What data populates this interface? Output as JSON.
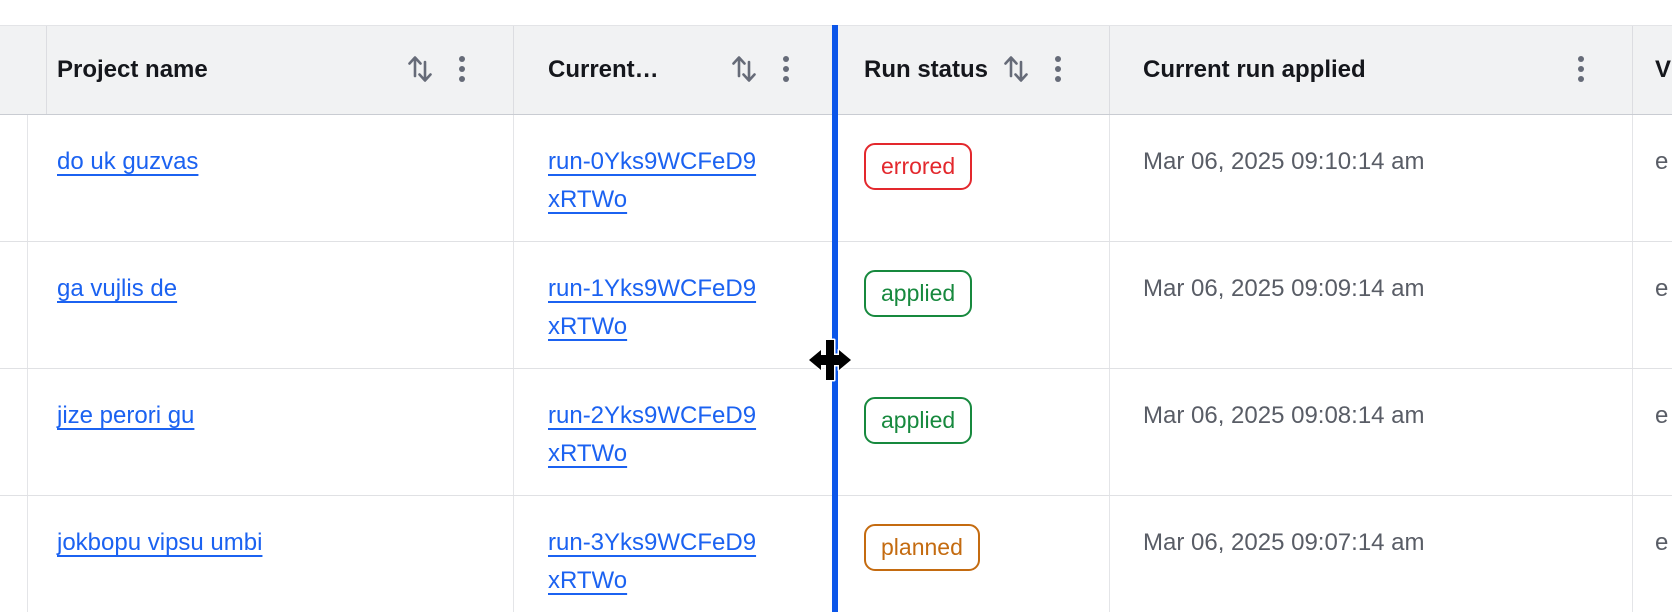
{
  "table": {
    "columns": [
      {
        "id": "leading-spacer",
        "label": "",
        "sortable": false,
        "has_menu": false
      },
      {
        "id": "project-name",
        "label": "Project name",
        "sortable": true,
        "has_menu": true
      },
      {
        "id": "current-run",
        "label": "Current run",
        "sortable": true,
        "has_menu": true
      },
      {
        "id": "run-status",
        "label": "Run status",
        "sortable": true,
        "has_menu": true
      },
      {
        "id": "current-run-applied",
        "label": "Current run applied",
        "sortable": false,
        "has_menu": true
      },
      {
        "id": "trailing-truncated",
        "label": "V",
        "sortable": false,
        "has_menu": false
      }
    ],
    "rows": [
      {
        "project": "do uk guzvas",
        "run_id": "run-0Yks9WCFeD9xRTWo",
        "status": {
          "label": "errored",
          "variant": "critical"
        },
        "applied_at": "Mar 06, 2025 09:10:14 am",
        "extra": "e"
      },
      {
        "project": "ga vujlis de",
        "run_id": "run-1Yks9WCFeD9xRTWo",
        "status": {
          "label": "applied",
          "variant": "success"
        },
        "applied_at": "Mar 06, 2025 09:09:14 am",
        "extra": "e"
      },
      {
        "project": "jize perori gu",
        "run_id": "run-2Yks9WCFeD9xRTWo",
        "status": {
          "label": "applied",
          "variant": "success"
        },
        "applied_at": "Mar 06, 2025 09:08:14 am",
        "extra": "e"
      },
      {
        "project": "jokbopu vipsu umbi",
        "run_id": "run-3Yks9WCFeD9xRTWo",
        "status": {
          "label": "planned",
          "variant": "warning"
        },
        "applied_at": "Mar 06, 2025 09:07:14 am",
        "extra": "e"
      }
    ]
  },
  "resize_indicator": {
    "color": "#0c56e9",
    "cursor": "col-resize"
  },
  "colors": {
    "link": "#1b62f1",
    "header_bg": "#f1f2f3",
    "header_text": "#15171c",
    "body_text": "#595d66",
    "border": "#e0e1e4",
    "critical": "#e3282d",
    "success": "#17893e",
    "warning": "#c46b10"
  },
  "icons": {
    "sort": "swap-vertical-icon",
    "menu": "kebab-menu-icon"
  }
}
